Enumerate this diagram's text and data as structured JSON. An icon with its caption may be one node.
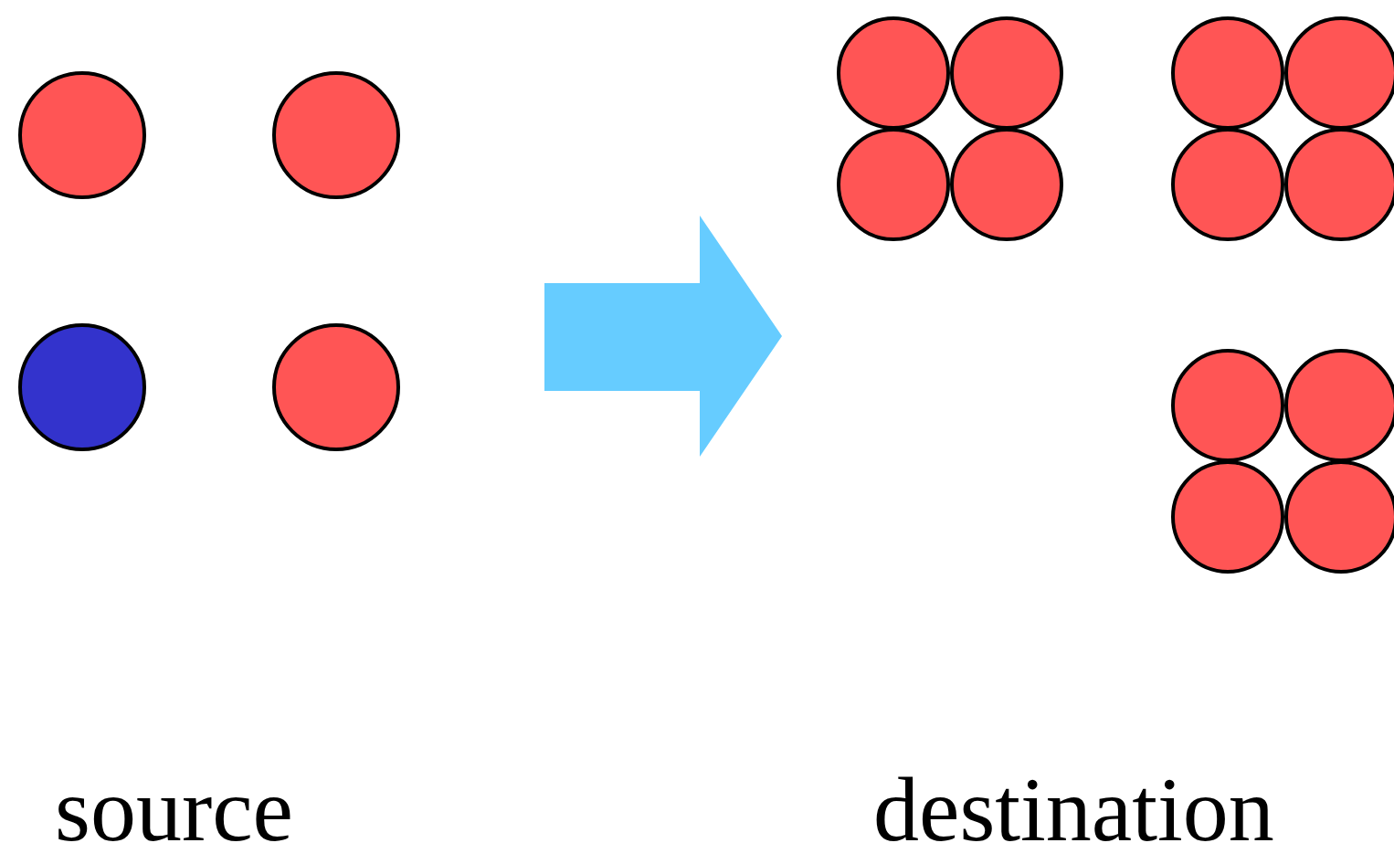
{
  "diagram": {
    "nodes": [
      {
        "text": [],
        "shape": "circle"
      },
      {
        "text": [],
        "shape": "circle"
      },
      {
        "text": [],
        "shape": "circle"
      },
      {
        "text": [],
        "shape": "circle"
      },
      {
        "text": [],
        "shape": "circle"
      },
      {
        "text": [],
        "shape": "circle"
      },
      {
        "text": [],
        "shape": "circle"
      },
      {
        "text": [],
        "shape": "circle"
      },
      {
        "text": [],
        "shape": "circle"
      },
      {
        "text": [],
        "shape": "circle"
      },
      {
        "text": [],
        "shape": "circle"
      },
      {
        "text": [],
        "shape": "circle"
      },
      {
        "text": [],
        "shape": "circle"
      },
      {
        "text": [],
        "shape": "circle"
      },
      {
        "text": [],
        "shape": "circle"
      },
      {
        "text": [],
        "shape": "circle"
      }
    ],
    "labels": [
      "source",
      "destination"
    ]
  }
}
